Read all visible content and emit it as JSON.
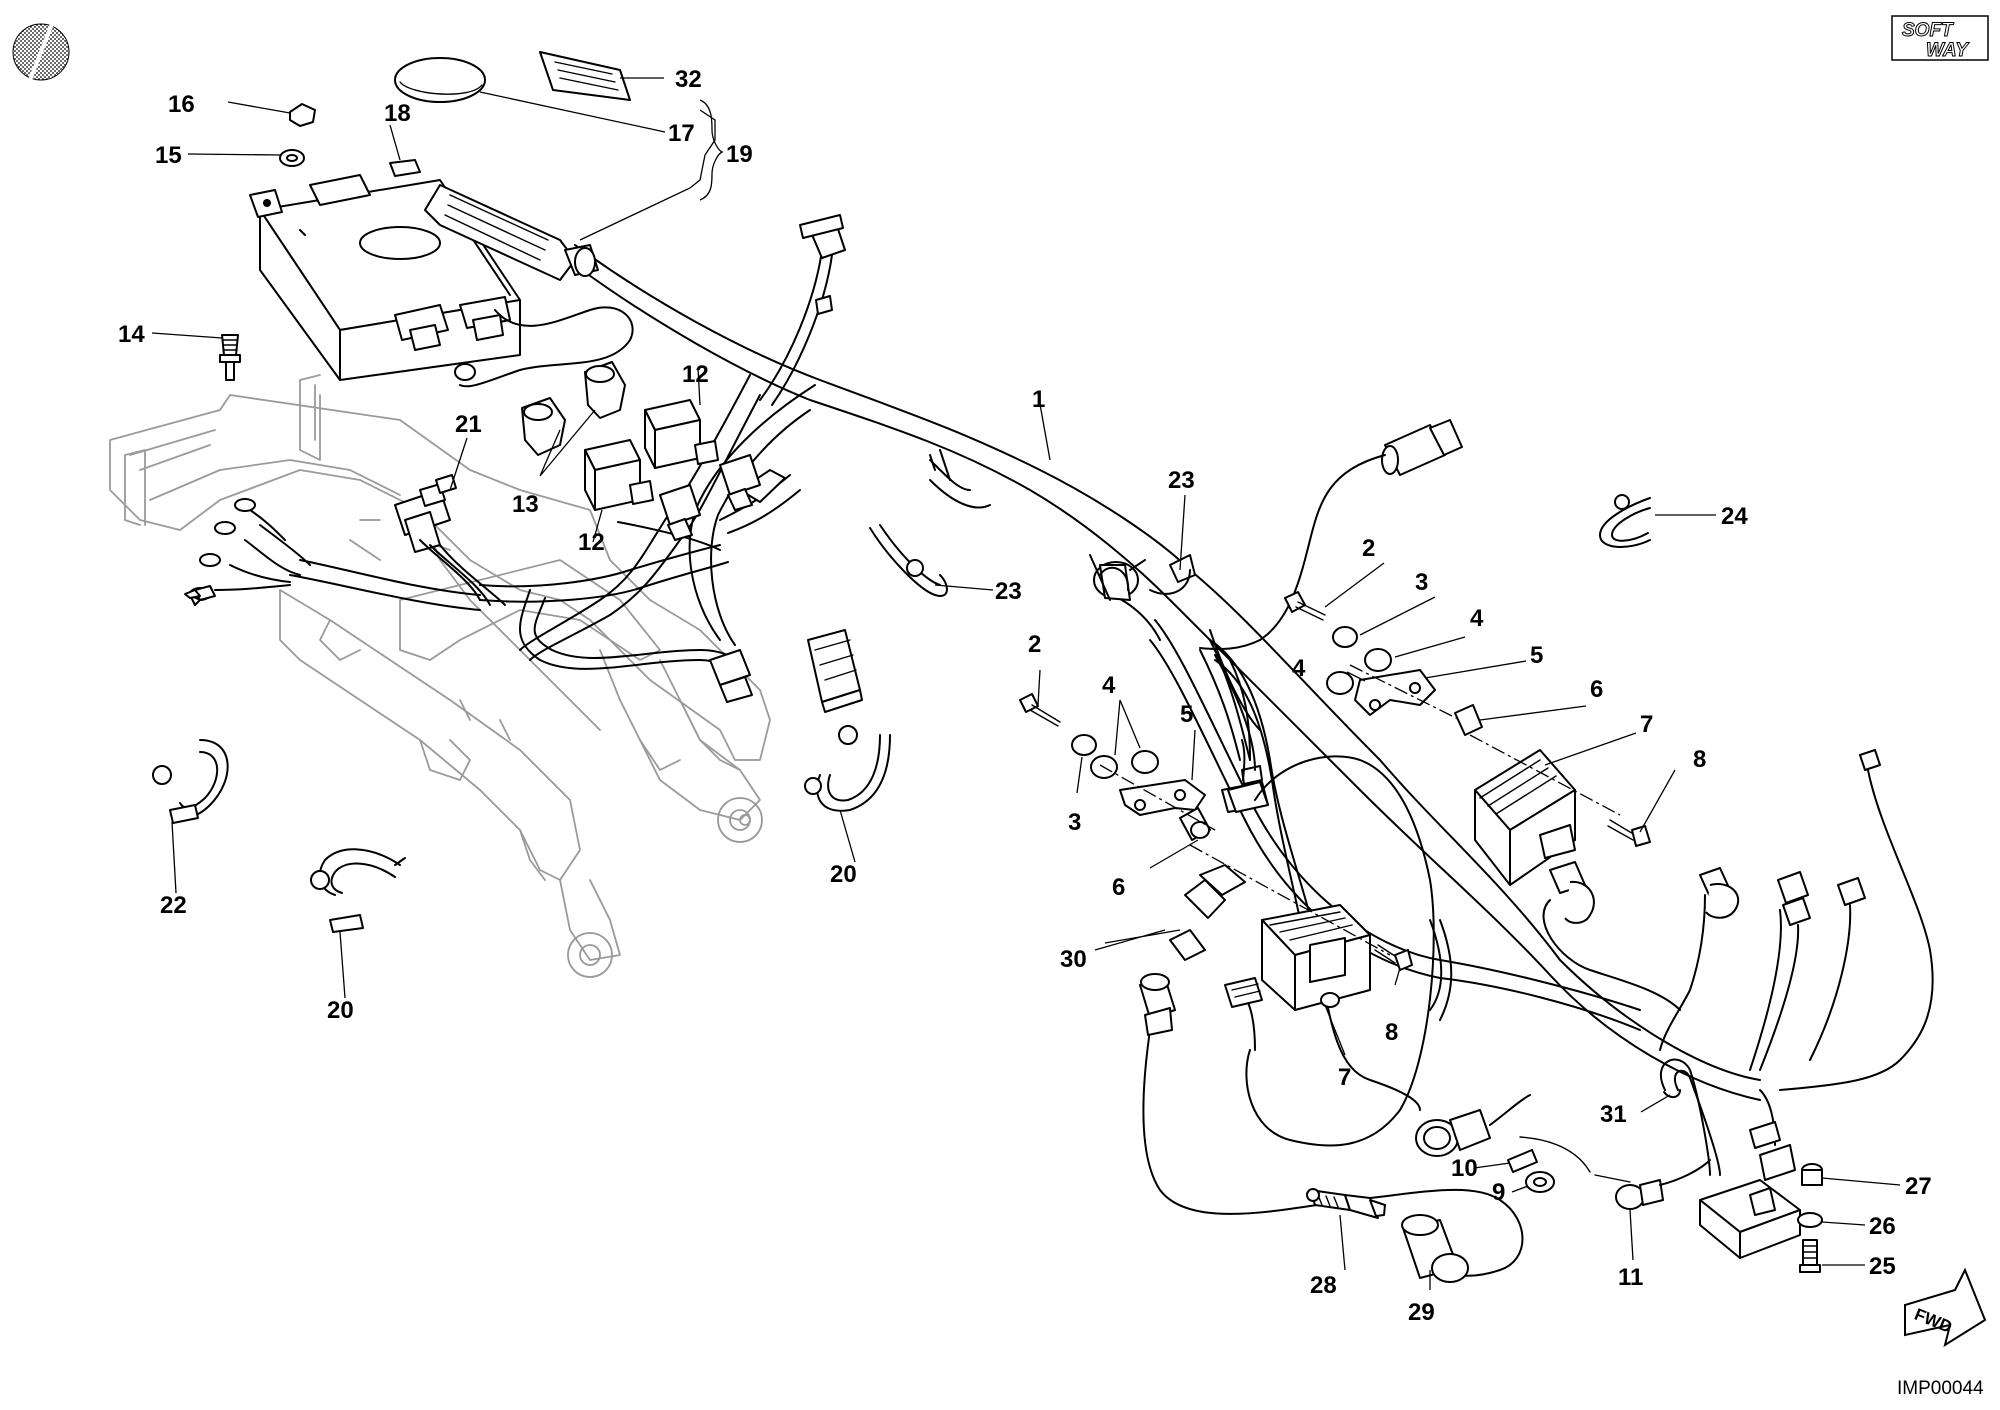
{
  "callouts": {
    "c1": "1",
    "c2a": "2",
    "c2b": "2",
    "c3a": "3",
    "c3b": "3",
    "c4a": "4",
    "c4b": "4",
    "c4c": "4",
    "c5a": "5",
    "c5b": "5",
    "c6a": "6",
    "c6b": "6",
    "c7a": "7",
    "c7b": "7",
    "c8a": "8",
    "c8b": "8",
    "c9": "9",
    "c10": "10",
    "c11": "11",
    "c12a": "12",
    "c12b": "12",
    "c13": "13",
    "c14": "14",
    "c15": "15",
    "c16": "16",
    "c17": "17",
    "c18": "18",
    "c19": "19",
    "c20a": "20",
    "c20b": "20",
    "c21": "21",
    "c22": "22",
    "c23a": "23",
    "c23b": "23",
    "c24": "24",
    "c25": "25",
    "c26": "26",
    "c27": "27",
    "c28": "28",
    "c29": "29",
    "c30": "30",
    "c31": "31",
    "c32": "32"
  },
  "logo": {
    "line1": "SOFT",
    "line2": "WAY"
  },
  "direction_badge": "FWD",
  "drawing_code": "IMP00044"
}
